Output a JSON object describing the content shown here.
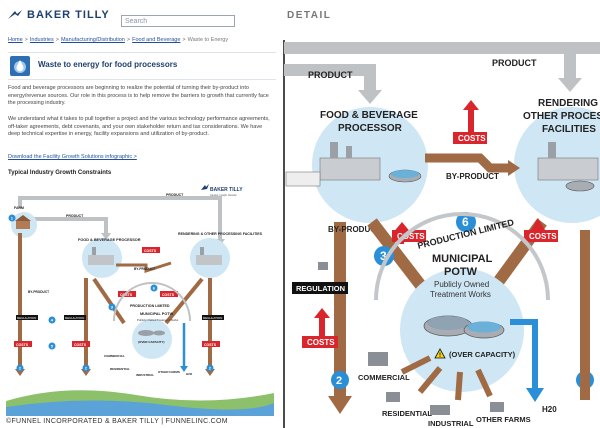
{
  "header": {
    "brand": "BAKER TILLY",
    "search_placeholder": "Search"
  },
  "breadcrumb": {
    "items": [
      "Home",
      "Industries",
      "Manufacturing/Distribution",
      "Food and Beverage"
    ],
    "current": "Waste to Energy"
  },
  "page": {
    "title": "Waste to energy for food processors",
    "para1": "Food and beverage processors are beginning to realize the potential of turning their by-product into energy/revenue sources. Our role in this process is to help remove the barriers to growth that currently face the processing industry.",
    "para2": "We understand what it takes to pull together a project and the various technology performance agreements, off-taker agreements, debt covenants, and your own stakeholder return and tax considerations. We have deep technical expertise in energy, facility expansions and utilization of by-product.",
    "download_link": "Download the Facility Growth Solutions infographic >",
    "section_heading": "Typical Industry Growth Constraints"
  },
  "infographic": {
    "brand": "BAKER TILLY",
    "tagline": "Candor. Insight. Results.",
    "farm": "FARM",
    "product": "PRODUCT",
    "food_processor": "FOOD & BEVERAGE PROCESSOR",
    "rendering": "RENDERING & OTHER PROCESSING FACILITIES",
    "by_product": "BY-PRODUCT",
    "regulation": "REGULATION",
    "costs": "COSTS",
    "production_limited": "PRODUCTION LIMITED",
    "potw": "MUNICIPAL POTW",
    "potw_sub": "Publicly Owned Treatment Works",
    "over_capacity": "(OVER CAPACITY)",
    "commercial": "COMMERCIAL",
    "residential": "RESIDENTIAL",
    "industrial": "INDUSTRIAL",
    "other_farms": "OTHER FARMS",
    "h2o": "H2O",
    "n1": "1",
    "n2": "2",
    "n3": "3",
    "n4": "4",
    "n5": "5",
    "n6": "6"
  },
  "detail": {
    "label": "DETAIL",
    "product": "PRODUCT",
    "food_processor_line1": "FOOD & BEVERAGE",
    "food_processor_line2": "PROCESSOR",
    "rendering_line1": "RENDERING",
    "rendering_line2": "OTHER PROCES",
    "rendering_line3": "FACILITIES",
    "costs": "COSTS",
    "by_product": "BY-PRODUCT",
    "regulation": "REGULATION",
    "production_limited": "PRODUCTION LIMITED",
    "potw_line1": "MUNICIPAL",
    "potw_line2": "POTW",
    "potw_sub1": "Publicly Owned",
    "potw_sub2": "Treatment Works",
    "over_capacity": "(OVER CAPACITY)",
    "commercial": "COMMERCIAL",
    "residential": "RESIDENTIAL",
    "industrial": "INDUSTRIAL",
    "other_farms": "OTHER FARMS",
    "h2o": "H20",
    "n2": "2",
    "n3": "3",
    "n6": "6"
  },
  "footer": {
    "copyright": "©FUNNEL INCORPORATED & BAKER TILLY  |  FUNNELINC.COM"
  },
  "colors": {
    "navy": "#1f3f6e",
    "brown": "#a06a45",
    "red": "#d8262c",
    "blue": "#2a8fd6",
    "light_blue": "#cfe6f4",
    "gray_arrow": "#b9bcbf"
  }
}
